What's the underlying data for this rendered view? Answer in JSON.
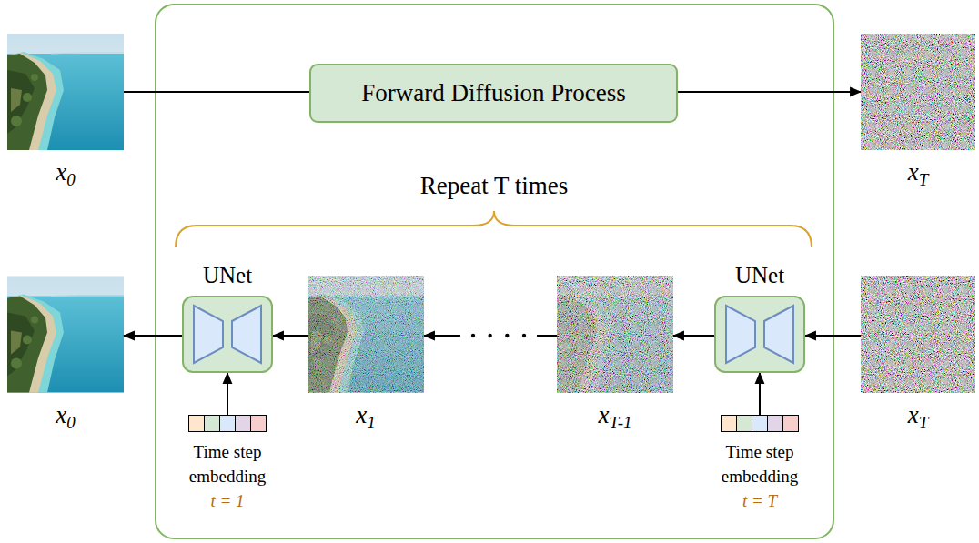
{
  "diagram": {
    "nodes": [
      {
        "text": [
          "x0"
        ]
      },
      {
        "text": [
          "Forward Diffusion Process"
        ]
      },
      {
        "text": [
          "xT"
        ]
      },
      {
        "text": [
          "x0"
        ]
      },
      {
        "text": [
          "UNet"
        ]
      },
      {
        "text": [
          "Time step embedding",
          "t = 1"
        ]
      },
      {
        "text": [
          "x1"
        ]
      },
      {
        "text": [
          "xT-1"
        ]
      },
      {
        "text": [
          "UNet"
        ]
      },
      {
        "text": [
          "Time step embedding",
          "t = T"
        ]
      },
      {
        "text": [
          "xT"
        ]
      }
    ],
    "edges": [
      {
        "from": 0,
        "to": 1,
        "arrow": "none"
      },
      {
        "from": 1,
        "to": 2,
        "arrow": "to"
      },
      {
        "from": 10,
        "to": 8,
        "arrow": "to"
      },
      {
        "from": 8,
        "to": 7,
        "arrow": "to"
      },
      {
        "from": 7,
        "to": 6,
        "arrow": "to"
      },
      {
        "from": 6,
        "to": 4,
        "arrow": "to"
      },
      {
        "from": 4,
        "to": 3,
        "arrow": "to"
      },
      {
        "from": 5,
        "to": 4,
        "arrow": "to"
      },
      {
        "from": 9,
        "to": 8,
        "arrow": "to"
      }
    ],
    "labels": [
      "Repeat T times"
    ]
  }
}
